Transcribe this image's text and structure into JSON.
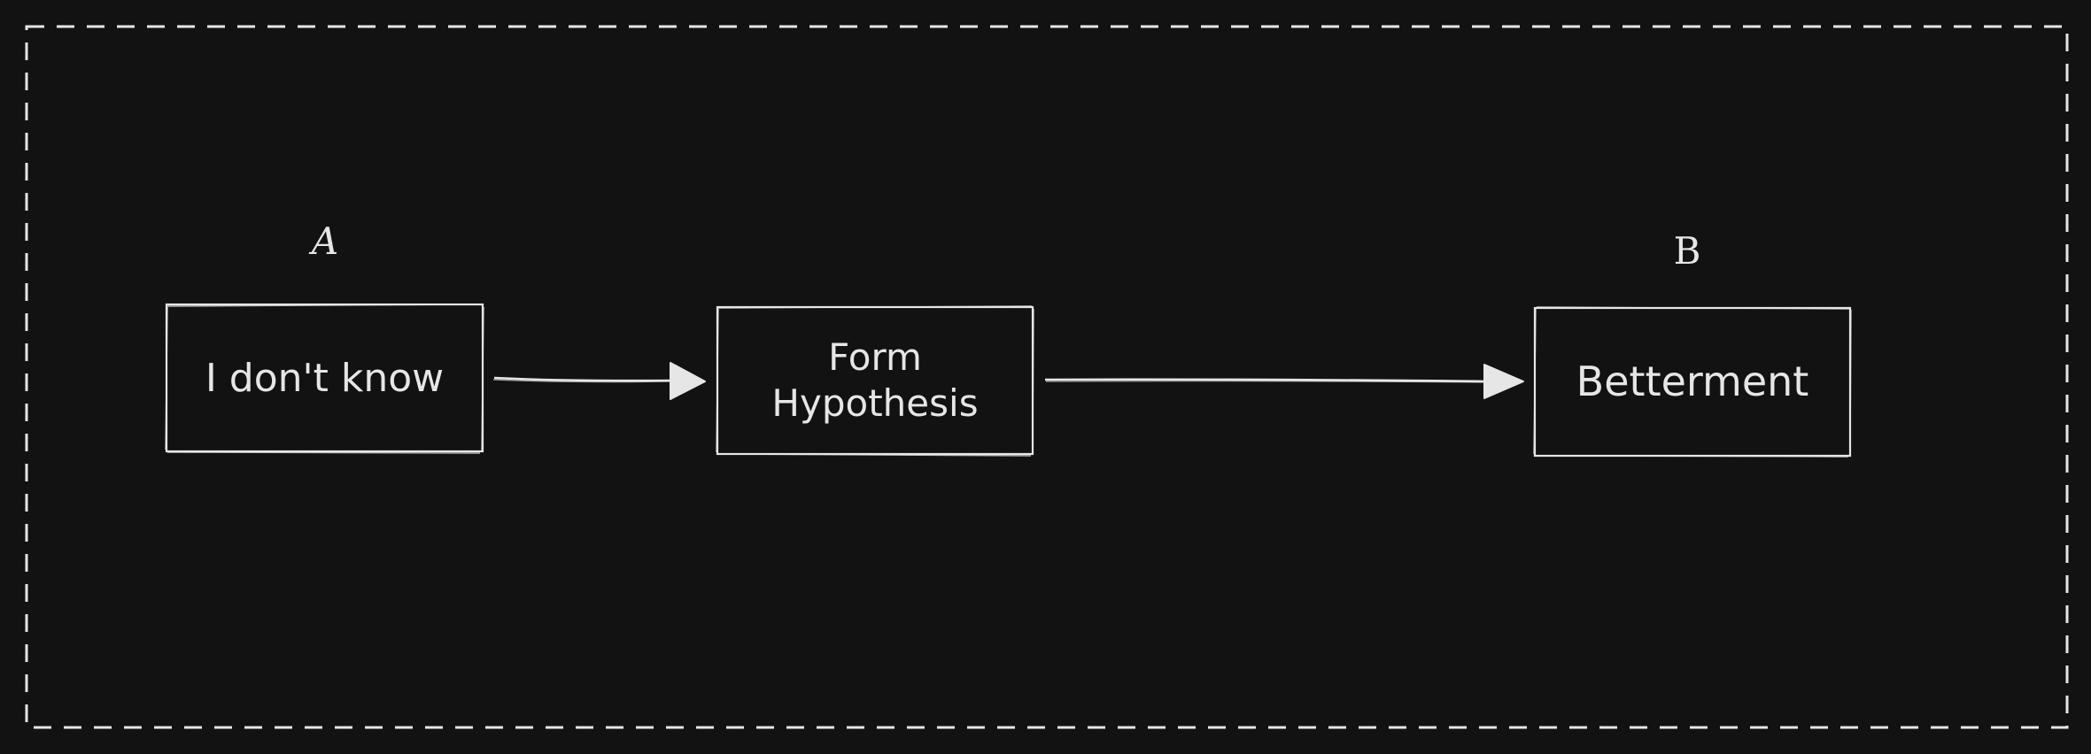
{
  "diagram": {
    "markers": {
      "a": "A",
      "b": "B"
    },
    "nodes": [
      {
        "id": "start",
        "label": "I don't know"
      },
      {
        "id": "hypothesis",
        "label": "Form\nHypothesis"
      },
      {
        "id": "betterment",
        "label": "Betterment"
      }
    ],
    "edges": [
      {
        "from": "start",
        "to": "hypothesis"
      },
      {
        "from": "hypothesis",
        "to": "betterment"
      }
    ],
    "colors": {
      "background": "#121212",
      "stroke": "#e6e6e6"
    }
  }
}
